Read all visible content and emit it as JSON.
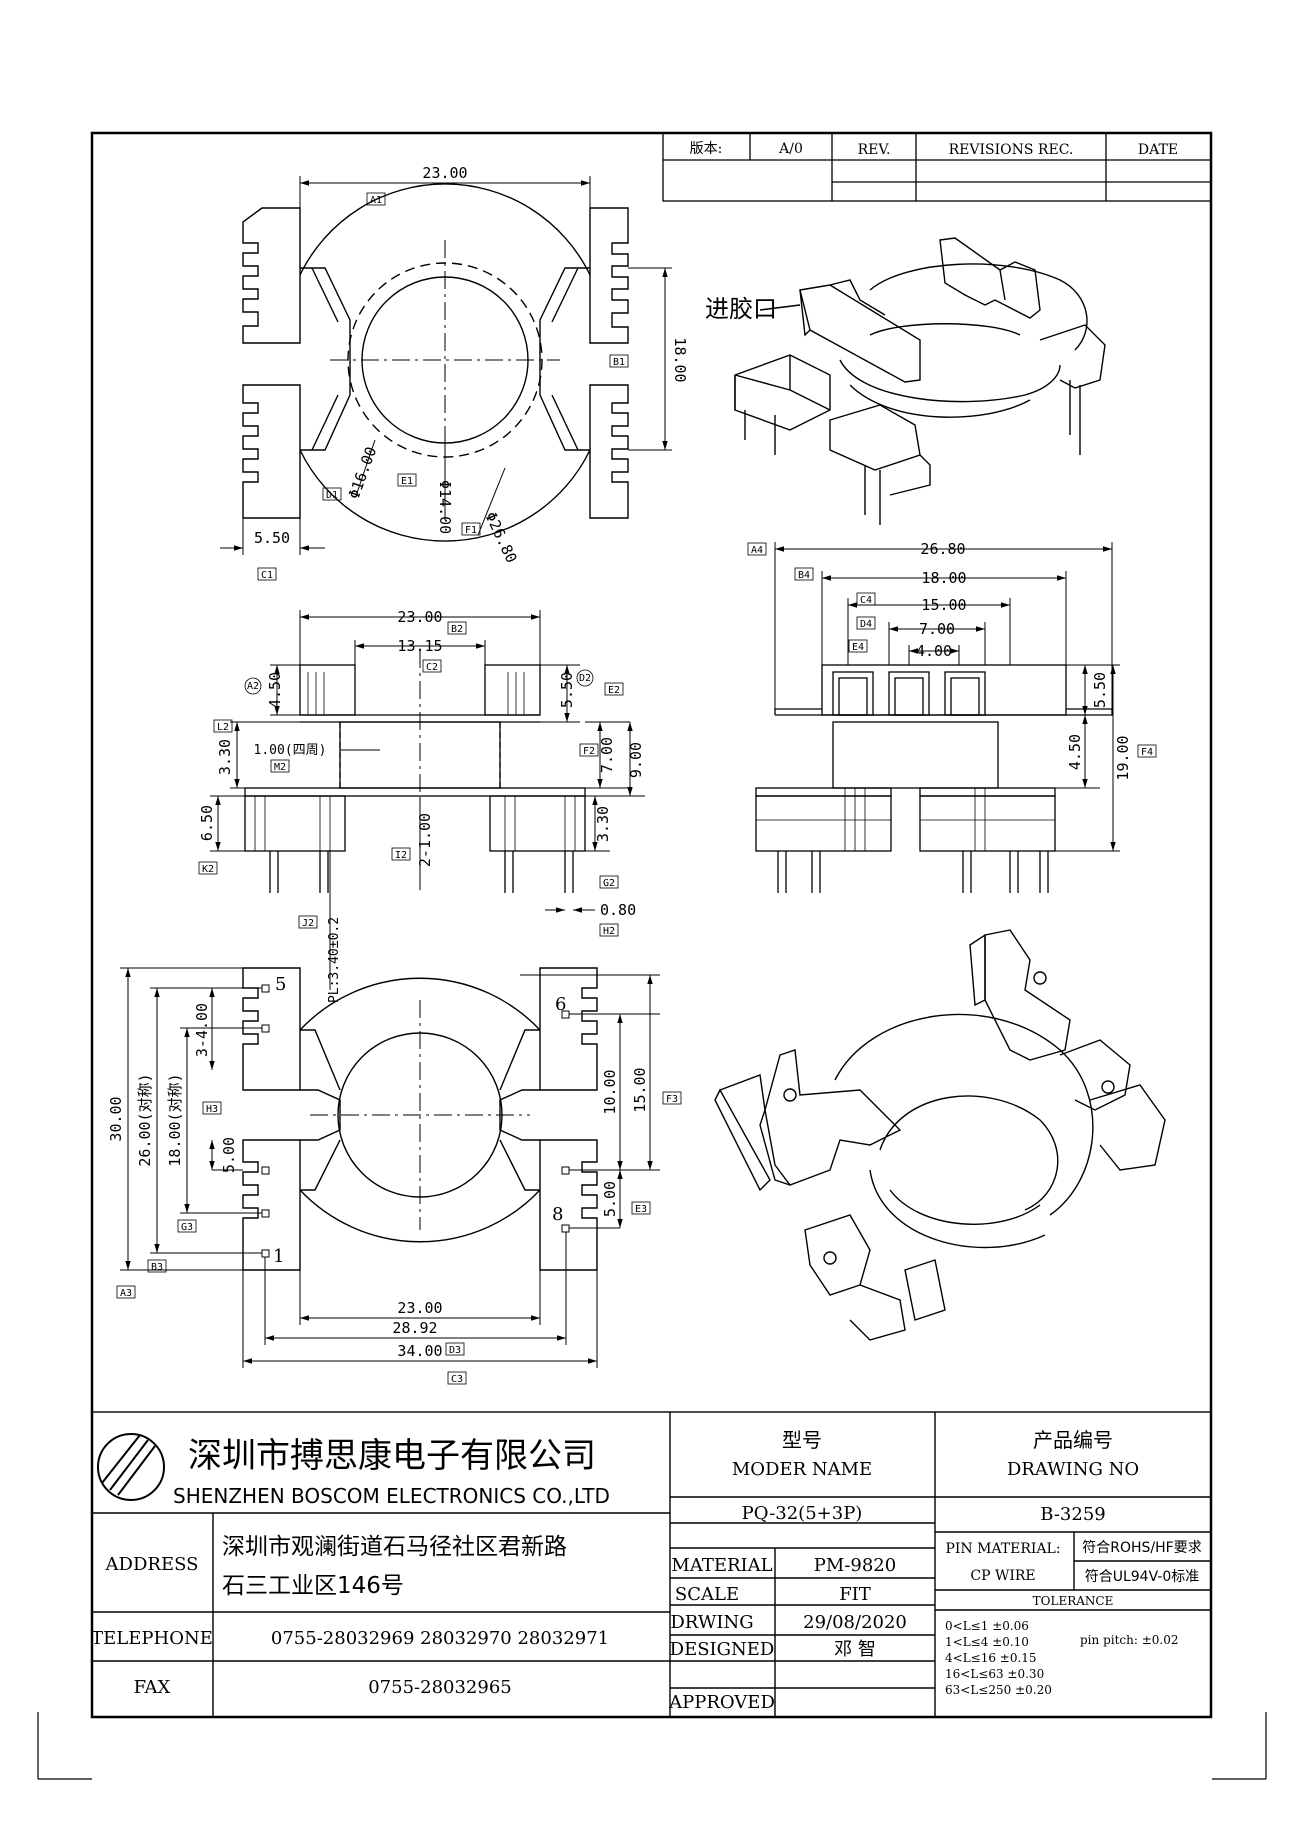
{
  "revision_table": {
    "version_label": "版本:",
    "version_value": "A/0",
    "rev_label": "REV.",
    "revisions_label": "REVISIONS REC.",
    "date_label": "DATE"
  },
  "top_view": {
    "dims": [
      "23.00",
      "18.00",
      "5.50",
      "Φ16.00",
      "Φ14.00",
      "Φ26.80"
    ],
    "tags": [
      "A1",
      "B1",
      "C1",
      "D1",
      "E1",
      "F1"
    ]
  },
  "iso_top": {
    "label": "进胶口"
  },
  "front_view": {
    "dims": [
      "23.00",
      "13.15",
      "4.50",
      "5.50",
      "3.30",
      "1.00(四周)",
      "7.00",
      "9.00",
      "6.50",
      "2-1.00",
      "3.30",
      "0.80",
      "PL:3.40±0.2"
    ],
    "tags": [
      "B2",
      "C2",
      "A2",
      "D2",
      "E2",
      "L2",
      "M2",
      "F2",
      "I2",
      "K2",
      "G2",
      "H2",
      "J2"
    ]
  },
  "side_view": {
    "dims": [
      "26.80",
      "18.00",
      "15.00",
      "7.00",
      "4.00",
      "5.50",
      "4.50",
      "19.00"
    ],
    "tags": [
      "A4",
      "B4",
      "C4",
      "D4",
      "E4",
      "F4"
    ]
  },
  "bottom_view": {
    "dims": [
      "30.00",
      "26.00(对称)",
      "18.00(对称)",
      "3-4.00",
      "5.00",
      "10.00",
      "15.00",
      "5.00",
      "23.00",
      "28.92",
      "34.00"
    ],
    "tags": [
      "A3",
      "B3",
      "G3",
      "H3",
      "F3",
      "E3",
      "D3",
      "C3"
    ],
    "pins": [
      "5",
      "6",
      "1",
      "8"
    ]
  },
  "title_block": {
    "company_cn": "深圳市搏思康电子有限公司",
    "company_en": "SHENZHEN BOSCOM ELECTRONICS CO.,LTD",
    "address_label": "ADDRESS",
    "address_line1": "深圳市观澜街道石马径社区君新路",
    "address_line2": "石三工业区146号",
    "telephone_label": "TELEPHONE",
    "telephone_value": "0755-28032969 28032970 28032971",
    "fax_label": "FAX",
    "fax_value": "0755-28032965",
    "model_label_cn": "型号",
    "model_label_en": "MODER NAME",
    "model_value": "PQ-32(5+3P)",
    "drawing_label_cn": "产品编号",
    "drawing_label_en": "DRAWING NO",
    "drawing_value": "B-3259",
    "material_label": "MATERIAL",
    "material_value": "PM-9820",
    "scale_label": "SCALE",
    "scale_value": "FIT",
    "drwing_label": "DRWING",
    "drwing_value": "29/08/2020",
    "designed_label": "DESIGNED",
    "designed_value": "邓 智",
    "approved_label": "APPROVED",
    "pin_material_label": "PIN MATERIAL:",
    "pin_material_value": "CP WIRE",
    "rohs": "符合ROHS/HF要求",
    "ul": "符合UL94V-0标准",
    "tolerance_label": "TOLERANCE",
    "tolerances": [
      "0<L≤1    ±0.06",
      "1<L≤4    ±0.10",
      "4<L≤16   ±0.15",
      "16<L≤63   ±0.30",
      "63<L≤250  ±0.20"
    ],
    "pin_pitch": "pin pitch: ±0.02"
  }
}
